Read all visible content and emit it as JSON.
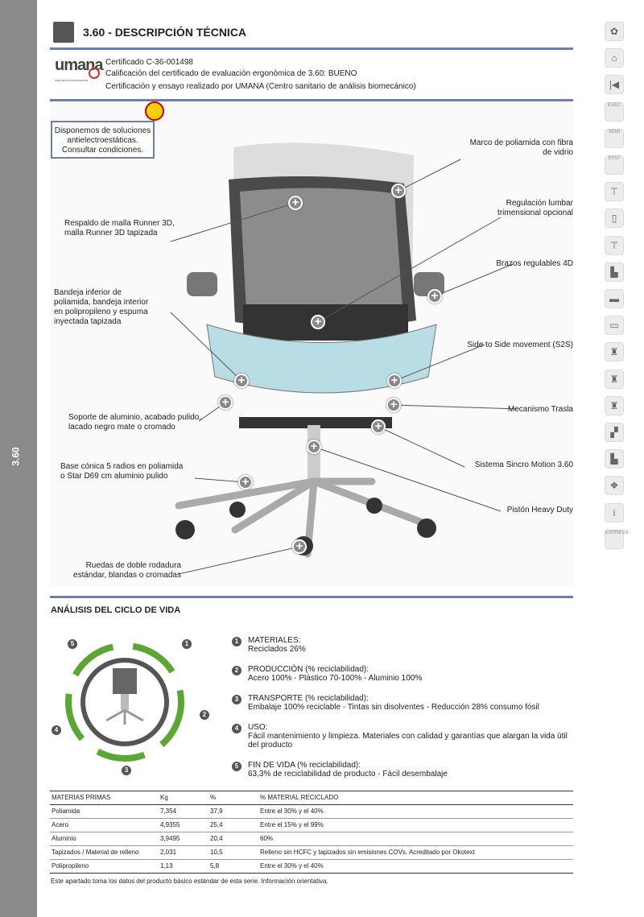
{
  "sidebar_label": "3.60",
  "header": {
    "title": "3.60 - DESCRIPCIÓN TÉCNICA"
  },
  "certification": {
    "logo_text": "umana",
    "logo_sub": "ingeniería biomecánica",
    "lines": [
      "Certificado C-36-001498",
      "Calificación del certificado de evaluación ergonómica de 3.60: BUENO",
      "Certificación y ensayo realizado por UMANA (Centro sanitario de análisis biomecánico)"
    ]
  },
  "antistatic": "Disponemos de soluciones antielectroestáticas. Consultar condiciones.",
  "callouts_left": [
    "Respaldo de malla Runner 3D, malla Runner 3D tapizada",
    "Bandeja inferior de poliamida, bandeja interior en polipropileno y espuma inyectada tapizada",
    "Soporte de aluminio, acabado pulido, lacado negro mate o cromado",
    "Base cónica 5 radios en poliamida o Star D69 cm aluminio pulido",
    "Ruedas de doble rodadura estándar, blandas o cromadas"
  ],
  "callouts_right": [
    "Marco de poliamida con fibra de vidrio",
    "Regulación lumbar trimensional opcional",
    "Brazos regulables 4D",
    "Side to Side movement (S2S)",
    "Mecanismo Trasla",
    "Sistema Sincro Motion 3.60",
    "Pistón Heavy Duty"
  ],
  "nav_icons": [
    {
      "name": "flower-icon",
      "label": "✿"
    },
    {
      "name": "home-icon",
      "label": "⌂"
    },
    {
      "name": "first-page-icon",
      "label": "|◀"
    },
    {
      "name": "exec-desk-icon",
      "label": "EXEC"
    },
    {
      "name": "semi-desk-icon",
      "label": "SEMI"
    },
    {
      "name": "syst-desk-icon",
      "label": "SYST"
    },
    {
      "name": "meeting-table-icon",
      "label": "⊤"
    },
    {
      "name": "cabinet-icon",
      "label": "▯"
    },
    {
      "name": "table-icon",
      "label": "⊤"
    },
    {
      "name": "armchair-icon",
      "label": "▙"
    },
    {
      "name": "bench-icon",
      "label": "▬"
    },
    {
      "name": "reception-icon",
      "label": "▭"
    },
    {
      "name": "exec-chair-icon",
      "label": "♜"
    },
    {
      "name": "task-chair-icon",
      "label": "♜"
    },
    {
      "name": "visitor-chair-icon",
      "label": "♜"
    },
    {
      "name": "beam-seating-icon",
      "label": "▞"
    },
    {
      "name": "auditorium-chair-icon",
      "label": "▙"
    },
    {
      "name": "textures-icon",
      "label": "❖"
    },
    {
      "name": "info-icon",
      "label": "i"
    },
    {
      "name": "express-icon",
      "label": "EXPRESS"
    }
  ],
  "lca": {
    "title": "ANÁLISIS DEL CICLO DE VIDA",
    "items": [
      {
        "num": "1",
        "title": "MATERIALES:",
        "text": "Reciclados 26%"
      },
      {
        "num": "2",
        "title": "PRODUCCIÓN (% reciclabilidad):",
        "text": "Acero 100% - Plástico 70-100% - Aluminio 100%"
      },
      {
        "num": "3",
        "title": "TRANSPORTE (% reciclabilidad):",
        "text": "Embalaje 100% reciclable - Tintas sin disolventes - Reducción 28% consumo fósil"
      },
      {
        "num": "4",
        "title": "USO:",
        "text": "Fácil mantenimiento y limpieza. Materiales con calidad y garantías que alargan la vida útil del producto"
      },
      {
        "num": "5",
        "title": "FIN DE VIDA (% reciclabilidad):",
        "text": "63,3% de reciclabilidad de producto - Fácil desembalaje"
      }
    ]
  },
  "table": {
    "headers": [
      "MATERIAS PRIMAS",
      "Kg",
      "%",
      "% MATERIAL RECICLADO"
    ],
    "rows": [
      [
        "Poliamida",
        "7,354",
        "37,9",
        "Entre el 30% y el 40%"
      ],
      [
        "Acero",
        "4,9355",
        "25,4",
        "Entre el 15% y el 99%"
      ],
      [
        "Aluminio",
        "3,9495",
        "20,4",
        "60%"
      ],
      [
        "Tapizados / Material de relleno",
        "2,031",
        "10,5",
        "Relleno sin HCFC y tapizados sin emisiones COVs. Acreditado por Okotext"
      ],
      [
        "Polipropileno",
        "1,13",
        "5,8",
        "Entre el 30% y el 40%"
      ]
    ]
  },
  "footnote": "Este apartado toma los datos del producto básico estándar de esta serie. Información orientativa.",
  "colors": {
    "rule": "#6d7fae",
    "green": "#5aa833",
    "sidebar": "#8a8a8a"
  }
}
